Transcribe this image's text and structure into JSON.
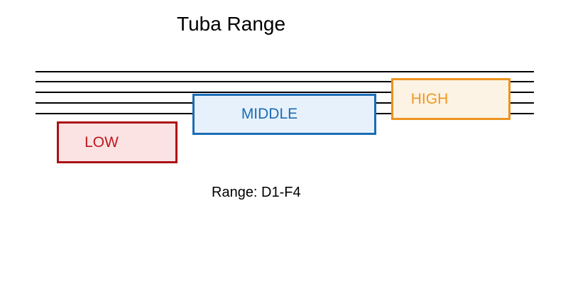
{
  "title": "Tuba Range",
  "staff": {
    "line_count": 5,
    "line_color": "#000000"
  },
  "registers": [
    {
      "id": "low",
      "label": "LOW",
      "border_color": "#aa1216",
      "fill_color": "#fbe3e4",
      "text_color": "#bf181c"
    },
    {
      "id": "middle",
      "label": "MIDDLE",
      "border_color": "#1b6cb5",
      "fill_color": "#e7f1fb",
      "text_color": "#1b6cb5"
    },
    {
      "id": "high",
      "label": "HIGH",
      "border_color": "#ec941f",
      "fill_color": "#fdf3e4",
      "text_color": "#ee9822"
    }
  ],
  "caption": "Range: D1-F4",
  "range": {
    "low_note": "D1",
    "high_note": "F4"
  }
}
